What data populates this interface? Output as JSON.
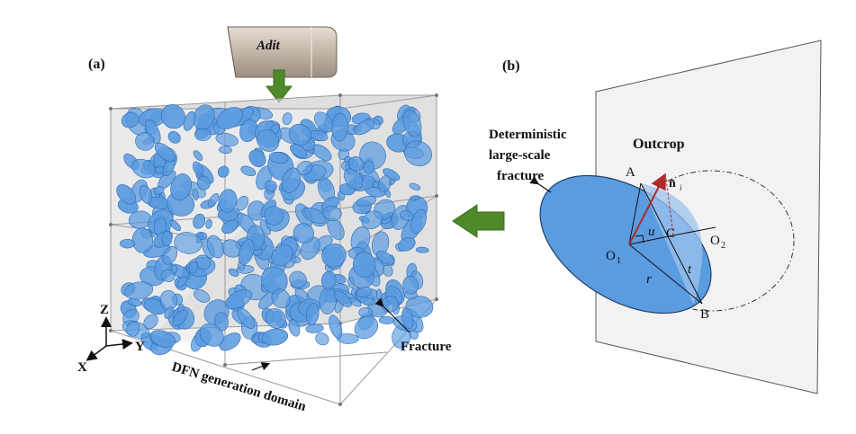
{
  "panel_a": {
    "label": "(a)",
    "adit_label": "Adit",
    "fracture_label": "Fracture",
    "domain_label": "DFN generation domain",
    "axes": {
      "z": "Z",
      "y": "Y",
      "x": "X"
    },
    "colors": {
      "fracture_fill": "#5b9be0",
      "fracture_stroke": "#2f6db3",
      "box_fill": "#d9d9d9",
      "arrow_green": "#4f8a2a"
    }
  },
  "panel_b": {
    "label": "(b)",
    "outcrop_label": "Outcrop",
    "deterministic_label_line1": "Deterministic",
    "deterministic_label_line2": "large-scale",
    "deterministic_label_line3": "fracture",
    "points": {
      "A": "A",
      "B": "B",
      "C": "C",
      "O1": "O",
      "O1_sub": "1",
      "O2": "O",
      "O2_sub": "2"
    },
    "symbols": {
      "u": "u",
      "t": "t",
      "r": "r",
      "n": "n̄",
      "n_sub": "i"
    },
    "colors": {
      "disk_fill": "#5b9be0",
      "normal_arrow": "#b02a2a"
    }
  }
}
